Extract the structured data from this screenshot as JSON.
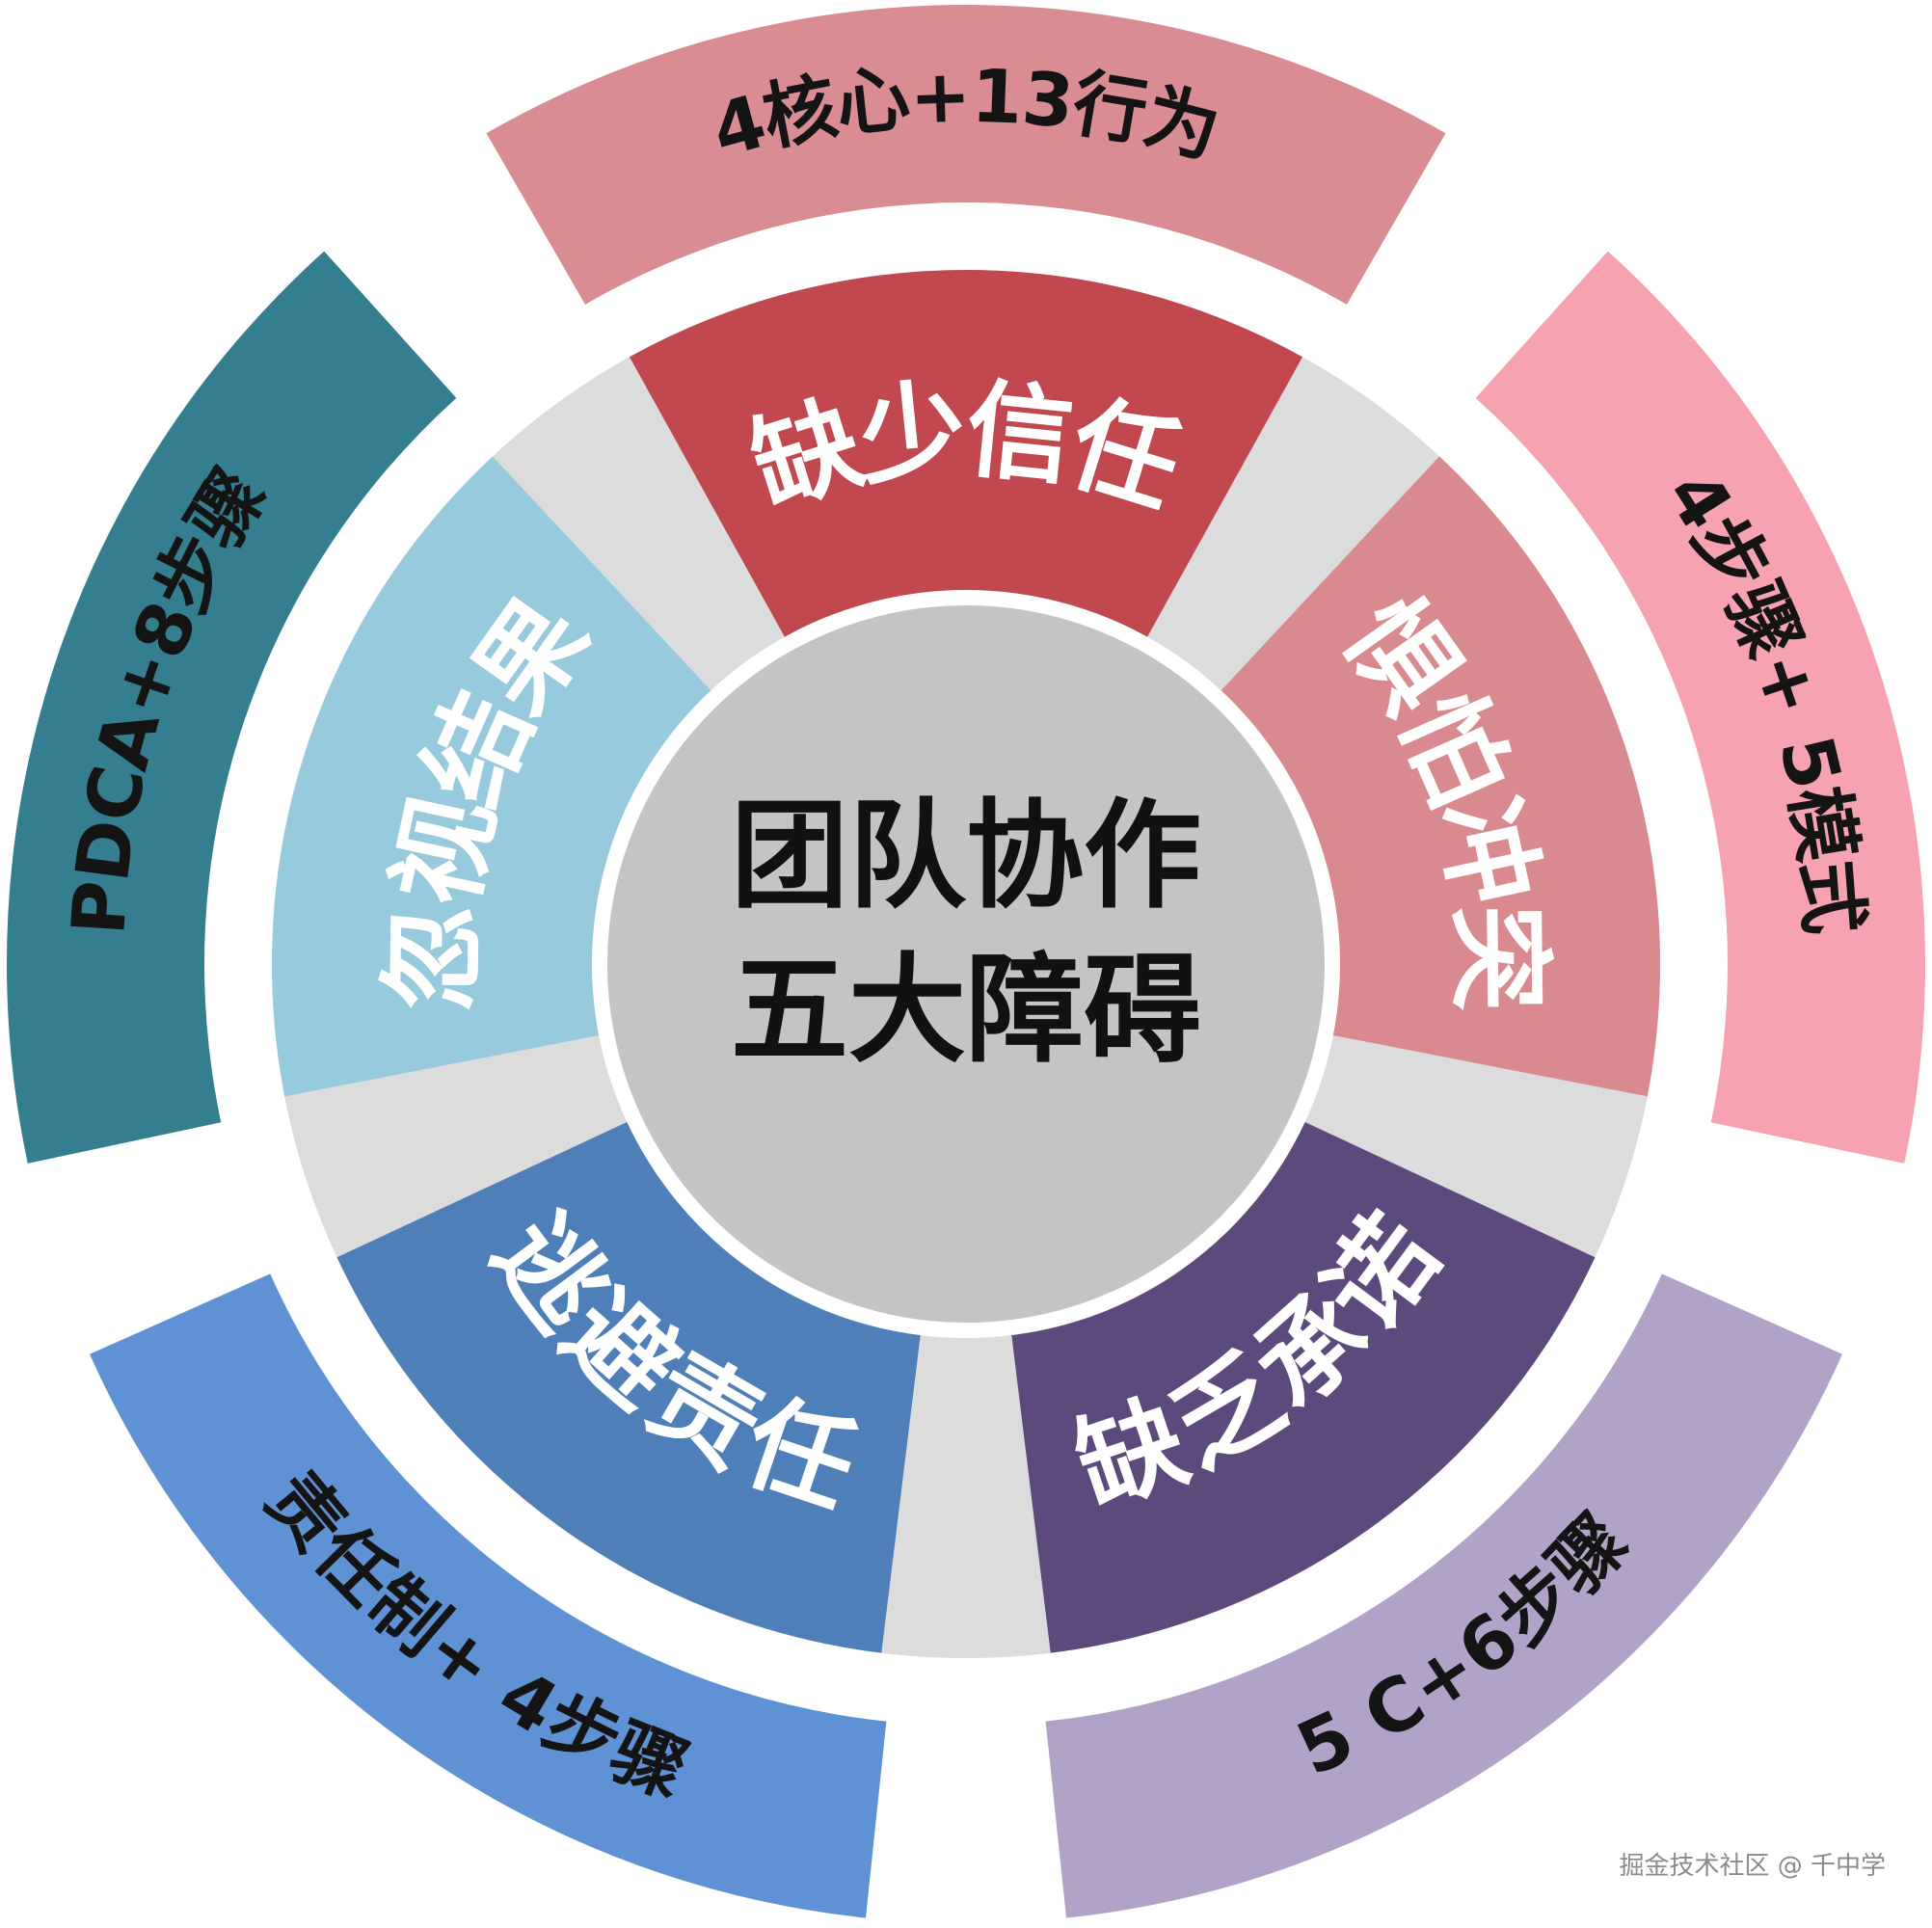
{
  "center": {
    "line1": "团队协作",
    "line2": "五大障碍"
  },
  "segments": [
    {
      "id": "trust",
      "inner": "缺少信任",
      "outer": "4核心+13行为",
      "inner_color": "#c0484e",
      "outer_color": "#d98c92"
    },
    {
      "id": "conflict",
      "inner": "惧怕冲突",
      "outer": "4步骤+  5模式",
      "inner_color": "#d98a8f",
      "outer_color": "#f7a2b0"
    },
    {
      "id": "commitment",
      "inner": "缺乏承诺",
      "outer": "5 C+6步骤",
      "inner_color": "#5c4a7d",
      "outer_color": "#b1a3c8"
    },
    {
      "id": "accountability",
      "inner": "逃避责任",
      "outer": "责任制+  4步骤",
      "inner_color": "#4f7fb8",
      "outer_color": "#5f92d4"
    },
    {
      "id": "results",
      "inner": "忽视结果",
      "outer": "PDCA+8步骤",
      "inner_color": "#98cadd",
      "outer_color": "#357e8f"
    }
  ],
  "colors": {
    "center_fill": "#c4c4c4",
    "ring_gap": "#dcdcdc"
  },
  "watermark": "掘金技术社区 @ 千中学"
}
